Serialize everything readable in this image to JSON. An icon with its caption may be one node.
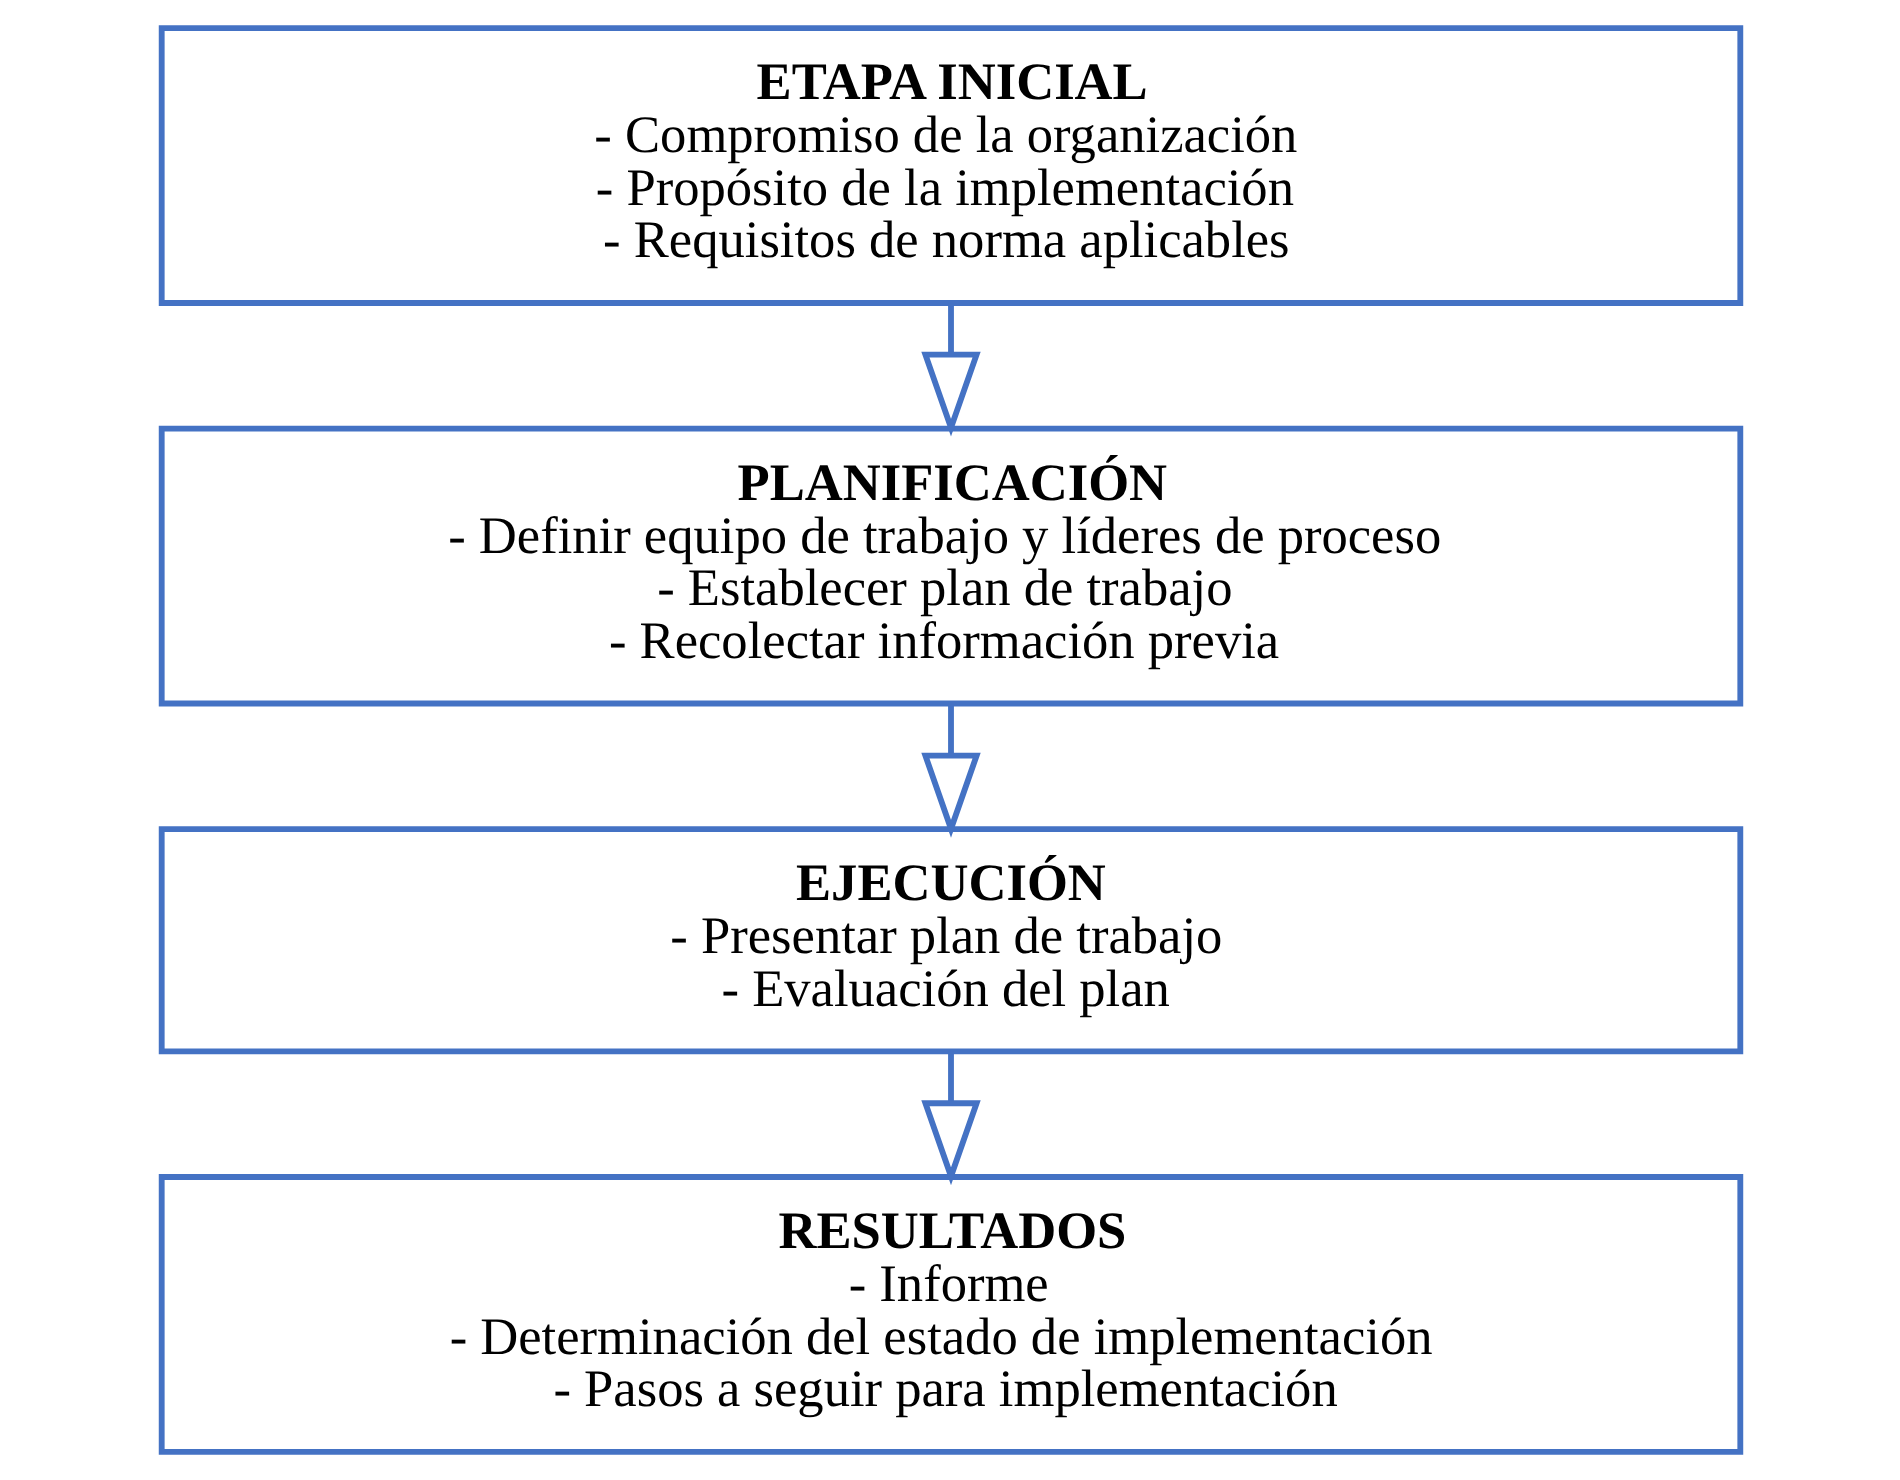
{
  "diagram": {
    "nodes": [
      {
        "text": [
          "ETAPA INICIAL",
          "- Compromiso de la organización",
          "- Propósito de la implementación",
          "- Requisitos de norma aplicables"
        ]
      },
      {
        "text": [
          "PLANIFICACIÓN",
          "- Definir equipo de trabajo y líderes de proceso",
          "- Establecer plan de trabajo",
          "- Recolectar información previa"
        ]
      },
      {
        "text": [
          "EJECUCIÓN",
          "- Presentar plan de trabajo",
          "- Evaluación del plan"
        ]
      },
      {
        "text": [
          "RESULTADOS",
          "- Informe",
          "- Determinación del estado de implementación",
          "- Pasos a seguir para implementación"
        ]
      }
    ],
    "edges": [
      {
        "from": 0,
        "to": 1,
        "arrow": "to"
      },
      {
        "from": 1,
        "to": 2,
        "arrow": "to"
      },
      {
        "from": 2,
        "to": 3,
        "arrow": "to"
      }
    ]
  }
}
